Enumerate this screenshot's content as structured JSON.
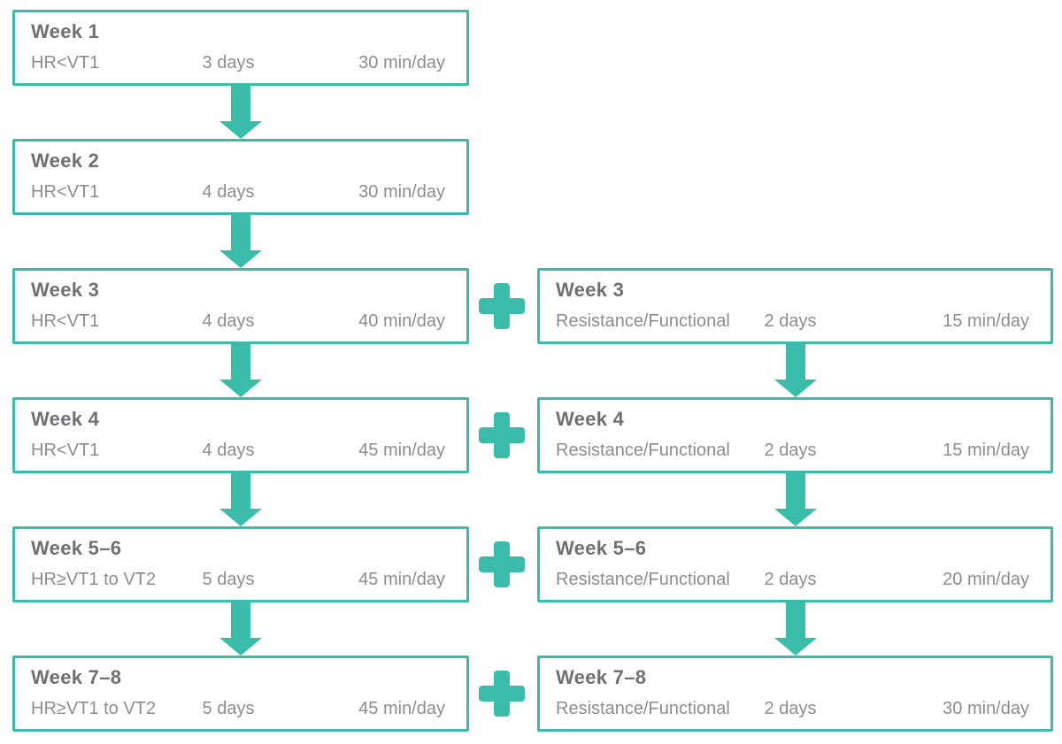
{
  "colors": {
    "accent_teal": "#3bbcab",
    "heading_text": "#6e7073",
    "body_text": "#8b8d90",
    "background": "#ffffff"
  },
  "icons": {
    "down_arrow": "arrow-down-icon",
    "plus": "plus-icon"
  },
  "aerobic_column": {
    "rows": [
      {
        "week": "Week 1",
        "spec": "HR<VT1",
        "days": "3 days",
        "duration": "30 min/day"
      },
      {
        "week": "Week 2",
        "spec": "HR<VT1",
        "days": "4 days",
        "duration": "30 min/day"
      },
      {
        "week": "Week 3",
        "spec": "HR<VT1",
        "days": "4 days",
        "duration": "40 min/day"
      },
      {
        "week": "Week 4",
        "spec": "HR<VT1",
        "days": "4 days",
        "duration": "45 min/day"
      },
      {
        "week": "Week 5–6",
        "spec": "HR≥VT1 to VT2",
        "days": "5 days",
        "duration": "45 min/day"
      },
      {
        "week": "Week 7–8",
        "spec": "HR≥VT1 to VT2",
        "days": "5 days",
        "duration": "45 min/day"
      }
    ]
  },
  "resistance_column": {
    "rows": [
      {
        "week": "Week 3",
        "spec": "Resistance/Functional",
        "days": "2 days",
        "duration": "15 min/day"
      },
      {
        "week": "Week 4",
        "spec": "Resistance/Functional",
        "days": "2 days",
        "duration": "15 min/day"
      },
      {
        "week": "Week 5–6",
        "spec": "Resistance/Functional",
        "days": "2 days",
        "duration": "20 min/day"
      },
      {
        "week": "Week 7–8",
        "spec": "Resistance/Functional",
        "days": "2 days",
        "duration": "30 min/day"
      }
    ]
  }
}
